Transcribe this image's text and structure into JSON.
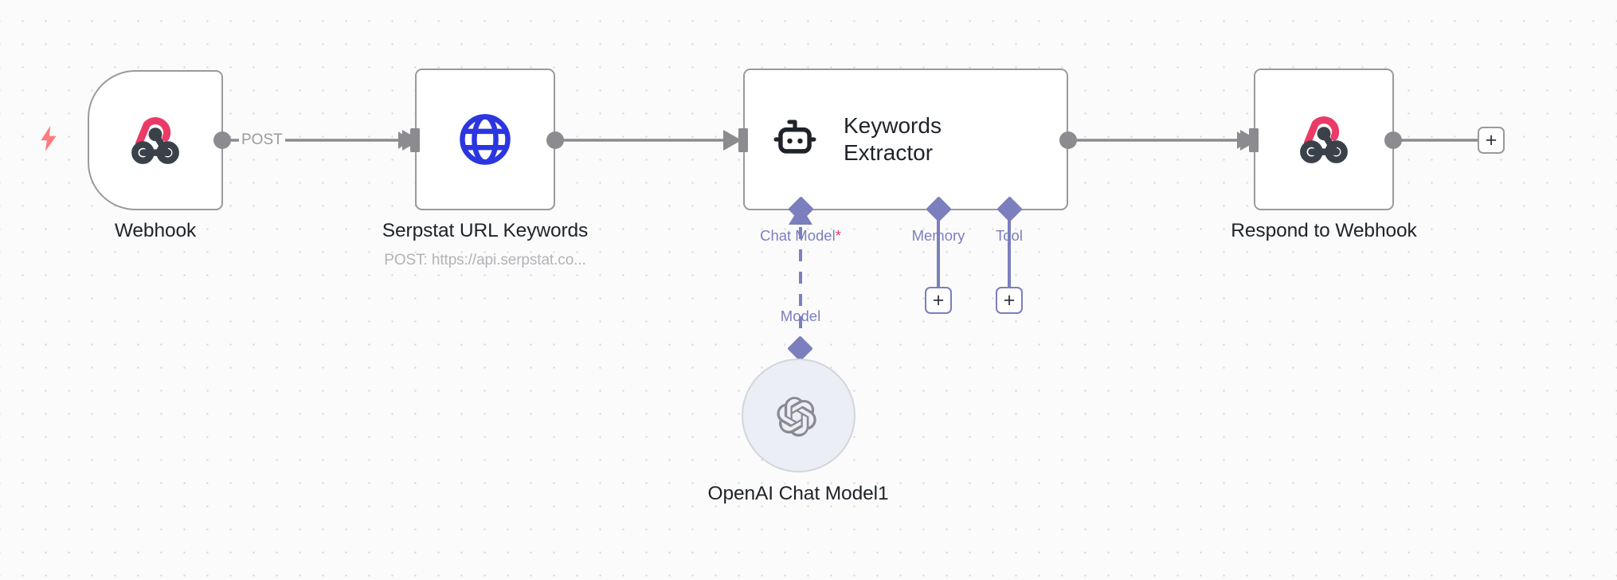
{
  "app": {
    "name": "n8n-workflow-canvas",
    "background_color": "#fbfbfb",
    "grid_dot_color": "#d4d4d8"
  },
  "colors": {
    "node_border": "#9a9a9e",
    "port": "#8b8b90",
    "ai_accent": "#7b7fbd",
    "required_marker": "#e8396a",
    "webhook_pink": "#eb3a68",
    "webhook_dark": "#3a4149",
    "http_blue": "#2b35e0",
    "trigger_bolt": "#ff7b7b",
    "openai_logo": "#8a8a8f"
  },
  "nodes": [
    {
      "id": "webhook",
      "type": "trigger",
      "label": "Webhook",
      "icon": "webhook-icon",
      "subtitle": null,
      "has_trigger_bolt": true
    },
    {
      "id": "serpstat-url-keywords",
      "type": "action",
      "label": "Serpstat URL Keywords",
      "icon": "globe-icon",
      "subtitle": "POST: https://api.serpstat.co..."
    },
    {
      "id": "keywords-extractor",
      "type": "ai-agent",
      "label": "Keywords Extractor",
      "label_lines": [
        "Keywords",
        "Extractor"
      ],
      "icon": "robot-icon",
      "sub_ports": [
        {
          "id": "chat-model",
          "label": "Chat Model",
          "required": true,
          "required_marker": "*",
          "connected": true
        },
        {
          "id": "memory",
          "label": "Memory",
          "required": false,
          "connected": false
        },
        {
          "id": "tool",
          "label": "Tool",
          "required": false,
          "connected": false
        }
      ]
    },
    {
      "id": "respond-to-webhook",
      "type": "action",
      "label": "Respond to Webhook",
      "icon": "webhook-icon",
      "subtitle": null
    },
    {
      "id": "openai-chat-model1",
      "type": "sub-node",
      "label": "OpenAI Chat Model1",
      "icon": "openai-icon",
      "port_label": "Model"
    }
  ],
  "edges": [
    {
      "from": "webhook",
      "to": "serpstat-url-keywords",
      "label": "POST"
    },
    {
      "from": "serpstat-url-keywords",
      "to": "keywords-extractor",
      "label": ""
    },
    {
      "from": "keywords-extractor",
      "to": "respond-to-webhook",
      "label": ""
    },
    {
      "from": "openai-chat-model1",
      "to": "keywords-extractor",
      "label": "Model",
      "style": "dashed"
    }
  ],
  "add_buttons": [
    {
      "id": "add-memory",
      "label": "+",
      "attached_to": "memory"
    },
    {
      "id": "add-tool",
      "label": "+",
      "attached_to": "tool"
    },
    {
      "id": "add-next-node",
      "label": "+",
      "attached_to": "respond-to-webhook"
    }
  ]
}
